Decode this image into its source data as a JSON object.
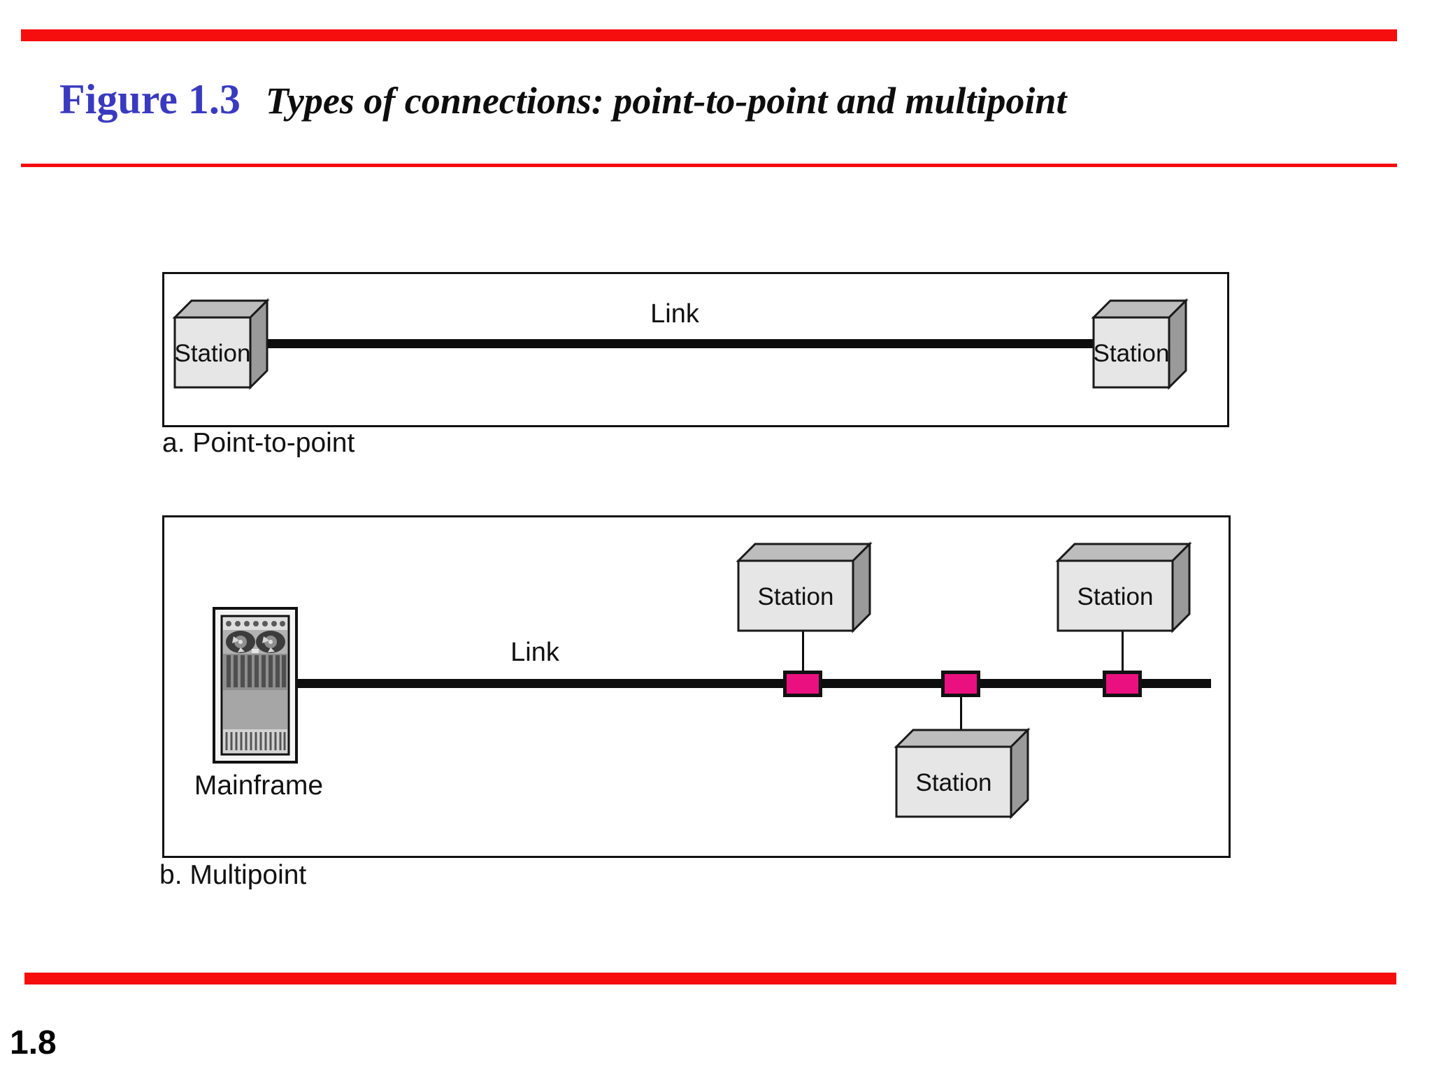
{
  "header": {
    "figure_label": "Figure 1.3",
    "figure_title": "Types of connections: point-to-point and multipoint"
  },
  "panel_a": {
    "caption": "a. Point-to-point",
    "link_label": "Link",
    "stations": [
      "Station",
      "Station"
    ]
  },
  "panel_b": {
    "caption": "b. Multipoint",
    "link_label": "Link",
    "mainframe_label": "Mainframe",
    "stations": [
      "Station",
      "Station",
      "Station"
    ]
  },
  "footer": {
    "page_number": "1.8"
  },
  "colors": {
    "accent_red": "#f60d0d",
    "title_blue": "#3a3ac0",
    "tap_pink": "#ea1080",
    "box_front": "#e6e6e6",
    "box_top": "#bdbdbd",
    "box_side": "#9a9a9a"
  }
}
